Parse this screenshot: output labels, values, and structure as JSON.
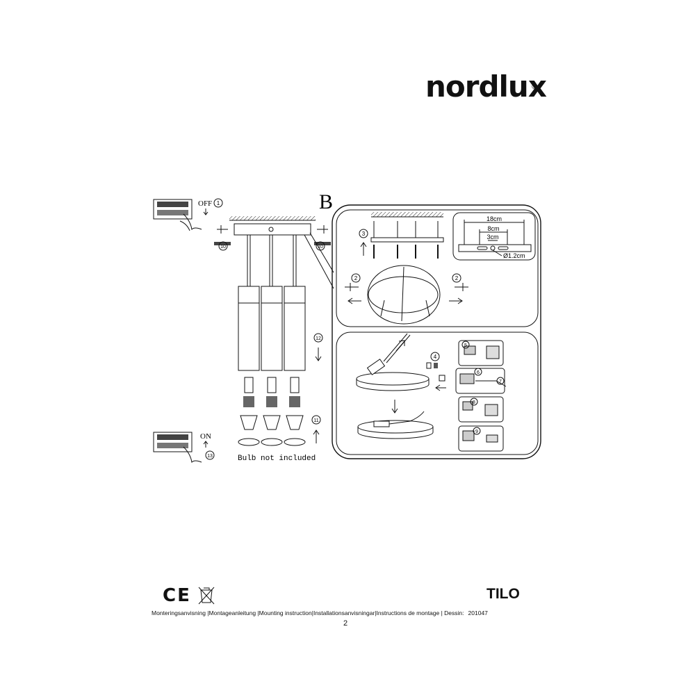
{
  "header": {
    "brand": "nordlux",
    "registered": "®"
  },
  "diagram": {
    "section_letter": "B",
    "labels": {
      "off": "OFF",
      "on": "ON",
      "bulb_note": "Bulb not included",
      "dim_outer": "18cm",
      "dim_middle": "8cm",
      "dim_inner": "3cm",
      "dim_hole": "Ø1.2cm"
    },
    "steps": [
      "1",
      "2",
      "3",
      "4",
      "5",
      "6",
      "7",
      "8",
      "9",
      "10",
      "11",
      "12",
      "13"
    ]
  },
  "footer": {
    "ce_mark": "CE",
    "product_name": "TILO",
    "instructions": "Monteringsanvisning |Montageanleitung |Mounting instruction|Installationsanvisningar|Instructions de montage  | Dessin:",
    "dessin_code": "201047",
    "page_number": "2"
  }
}
